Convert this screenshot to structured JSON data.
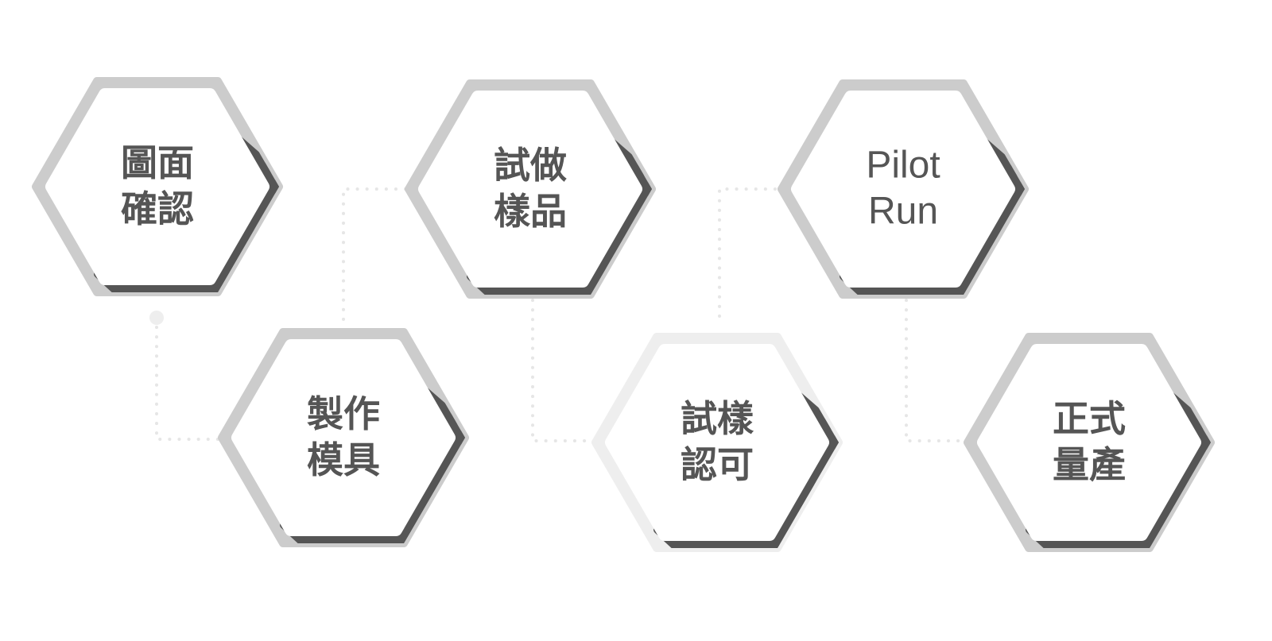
{
  "steps": [
    {
      "lines": [
        "圖面",
        "確認"
      ]
    },
    {
      "lines": [
        "製作",
        "模具"
      ]
    },
    {
      "lines": [
        "試做",
        "樣品"
      ]
    },
    {
      "lines": [
        "試樣",
        "認可"
      ]
    },
    {
      "lines": [
        "Pilot",
        "Run"
      ]
    },
    {
      "lines": [
        "正式",
        "量產"
      ]
    }
  ],
  "colors": {
    "ring": "#cccccc",
    "ring_light": "#eeeeee",
    "shadow": "#555555",
    "text": "#555555",
    "connector": "#e6e6e6"
  }
}
